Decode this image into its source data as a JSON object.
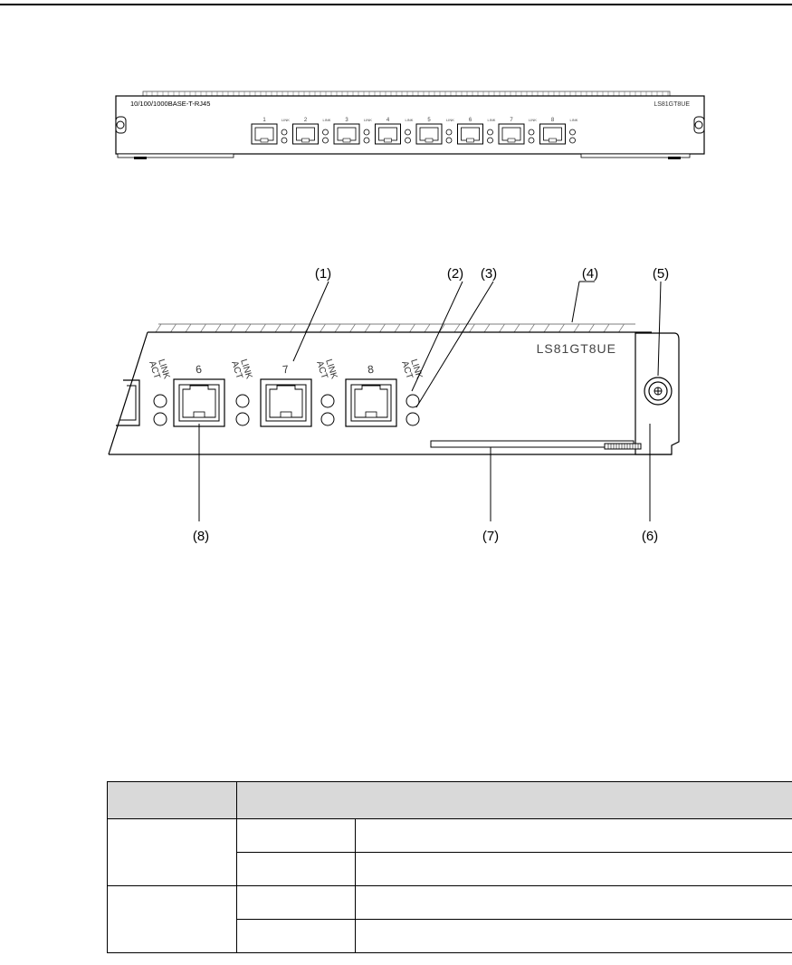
{
  "overview_card": {
    "interface_label": "10/100/1000BASE-T-RJ45",
    "model_label": "LS81GT8UE",
    "port_numbers": [
      "1",
      "2",
      "3",
      "4",
      "5",
      "6",
      "7",
      "8"
    ]
  },
  "detail_view": {
    "model_label": "LS81GT8UE",
    "port_numbers": [
      "6",
      "7",
      "8"
    ],
    "led_labels": {
      "link": "LINK",
      "act": "ACT"
    },
    "callouts": [
      "(1)",
      "(2)",
      "(3)",
      "(4)",
      "(5)",
      "(6)",
      "(7)",
      "(8)"
    ]
  },
  "table": {
    "header": {
      "col1": "",
      "col2": ""
    },
    "groups": [
      {
        "label": "",
        "rows": [
          {
            "state": "",
            "meaning": ""
          },
          {
            "state": "",
            "meaning": ""
          }
        ]
      },
      {
        "label": "",
        "rows": [
          {
            "state": "",
            "meaning": ""
          },
          {
            "state": "",
            "meaning": ""
          }
        ]
      }
    ]
  }
}
